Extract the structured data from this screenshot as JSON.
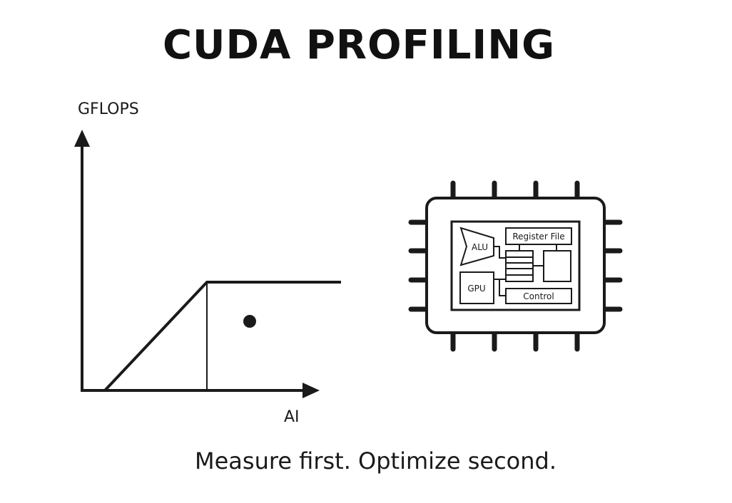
{
  "title": "CUDA PROFILING",
  "tagline": "Measure first. Optimize second.",
  "roofline": {
    "y_axis_label": "GFLOPS",
    "x_axis_label": "AI"
  },
  "chip": {
    "alu_label": "ALU",
    "register_file_label": "Register File",
    "gpu_label": "GPU",
    "control_label": "Control"
  },
  "colors": {
    "ink": "#1a1a1a",
    "background": "#ffffff"
  }
}
